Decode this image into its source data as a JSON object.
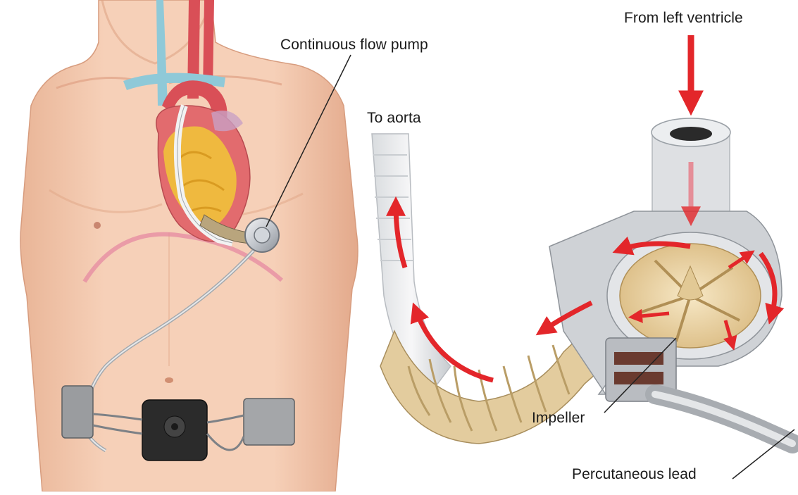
{
  "labels": {
    "pump": "Continuous flow pump",
    "inflow": "From left ventricle",
    "outflow": "To aorta",
    "impeller": "Impeller",
    "lead": "Percutaneous lead"
  },
  "colors": {
    "skin": "#f3c8ae",
    "skin_shadow": "#e2a98c",
    "vein": "#8fc9d8",
    "artery": "#d94f57",
    "fat": "#f1c23a",
    "flow_arrow": "#e3262a",
    "device_metal": "#c9cdd3",
    "impeller_gold": "#e9d4a8",
    "controller": "#2b2b2b",
    "battery": "#9a9c9f"
  }
}
